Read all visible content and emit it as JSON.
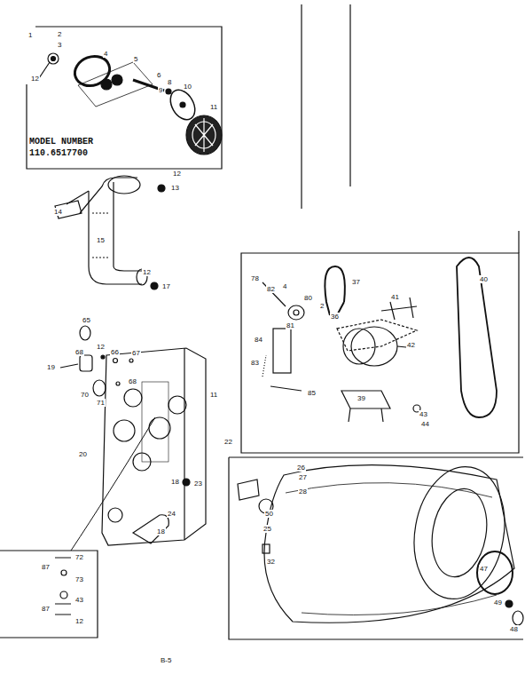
{
  "diagram": {
    "labels": [
      "1",
      "2",
      "3",
      "12",
      "4",
      "5",
      "6",
      "8",
      "9",
      "10",
      "11",
      "MODEL NUMBER",
      "110.6517700",
      "12",
      "13",
      "14",
      "15",
      "12",
      "17",
      "65",
      "68",
      "12",
      "66",
      "67",
      "19",
      "70",
      "71",
      "68",
      "11",
      "20",
      "18",
      "23",
      "24",
      "18",
      "72",
      "87",
      "73",
      "43",
      "87",
      "12",
      "B-5",
      "78",
      "82",
      "4",
      "80",
      "37",
      "2",
      "36",
      "81",
      "84",
      "41",
      "42",
      "40",
      "83",
      "85",
      "39",
      "43",
      "44",
      "22",
      "26",
      "27",
      "28",
      "50",
      "25",
      "32",
      "47",
      "49",
      "48"
    ]
  }
}
